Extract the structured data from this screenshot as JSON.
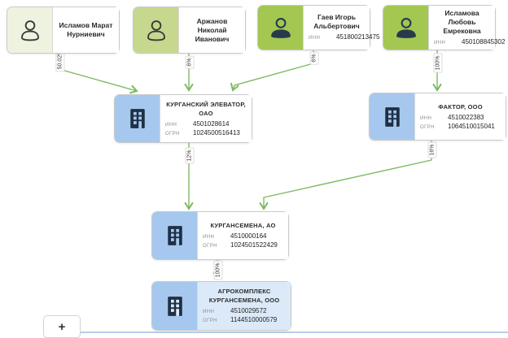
{
  "diagram": {
    "type": "ownership-graph",
    "labels": {
      "inn": "ИНН",
      "ogrn": "ОГРН"
    },
    "nodes": [
      {
        "id": "p1",
        "kind": "person",
        "name": "Исламов Марат Нурниевич"
      },
      {
        "id": "p2",
        "kind": "person",
        "name": "Аржанов Николай Иванович"
      },
      {
        "id": "p3",
        "kind": "person",
        "name": "Гаев Игорь Альбертович",
        "inn": "451800213475"
      },
      {
        "id": "p4",
        "kind": "person",
        "name": "Исламова Любовь Емрековна",
        "inn": "450108845302"
      },
      {
        "id": "c1",
        "kind": "company",
        "name": "КУРГАНСКИЙ ЭЛЕВАТОР, ОАО",
        "inn": "4501028614",
        "ogrn": "1024500516413"
      },
      {
        "id": "c2",
        "kind": "company",
        "name": "ФАКТОР, ООО",
        "inn": "4510022383",
        "ogrn": "1064510015041"
      },
      {
        "id": "c3",
        "kind": "company",
        "name": "КУРГАНСЕМЕНА, АО",
        "inn": "4510000164",
        "ogrn": "1024501522429"
      },
      {
        "id": "c4",
        "kind": "company",
        "name": "АГРОКОМПЛЕКС КУРГАНСЕМЕНА, ООО",
        "inn": "4510029572",
        "ogrn": "1144510000579"
      }
    ],
    "edges": [
      {
        "from": "p1",
        "to": "c1",
        "label": "50.02%"
      },
      {
        "from": "p2",
        "to": "c1",
        "label": "6%"
      },
      {
        "from": "p3",
        "to": "c1",
        "label": "6%"
      },
      {
        "from": "p4",
        "to": "c2",
        "label": "100%"
      },
      {
        "from": "c1",
        "to": "c3",
        "label": "12%"
      },
      {
        "from": "c2",
        "to": "c3",
        "label": "16%"
      },
      {
        "from": "c3",
        "to": "c4",
        "label": "100%"
      }
    ],
    "colors": {
      "edge_green": "#7db95e",
      "person_tint_pale": "#eef3e0",
      "person_tint_mid": "#c6d88e",
      "person_tint_strong": "#a3c751",
      "company_tint_blue": "#a6c8ef",
      "highlight_card_body": "#dce9f8"
    }
  },
  "controls": {
    "zoom_in": "+"
  }
}
